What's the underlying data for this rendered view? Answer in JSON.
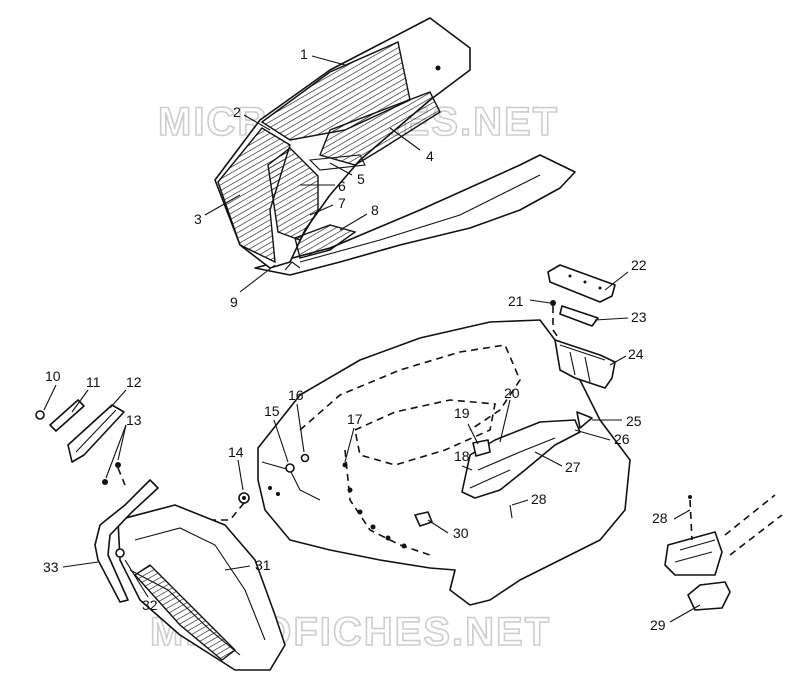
{
  "watermark": {
    "top": "MICROFICHES.NET",
    "bottom": "MICROFICHES.NET"
  },
  "labels": {
    "l1": "1",
    "l2": "2",
    "l3": "3",
    "l4": "4",
    "l5": "5",
    "l6": "6",
    "l7": "7",
    "l8": "8",
    "l9": "9",
    "l10": "10",
    "l11": "11",
    "l12": "12",
    "l13": "13",
    "l14": "14",
    "l15": "15",
    "l16": "16",
    "l17": "17",
    "l18": "18",
    "l19": "19",
    "l20": "20",
    "l21": "21",
    "l22": "22",
    "l23": "23",
    "l24": "24",
    "l25": "25",
    "l26": "26",
    "l27": "27",
    "l28a": "28",
    "l28b": "28",
    "l29": "29",
    "l30": "30",
    "l31": "31",
    "l32": "32",
    "l33": "33"
  }
}
